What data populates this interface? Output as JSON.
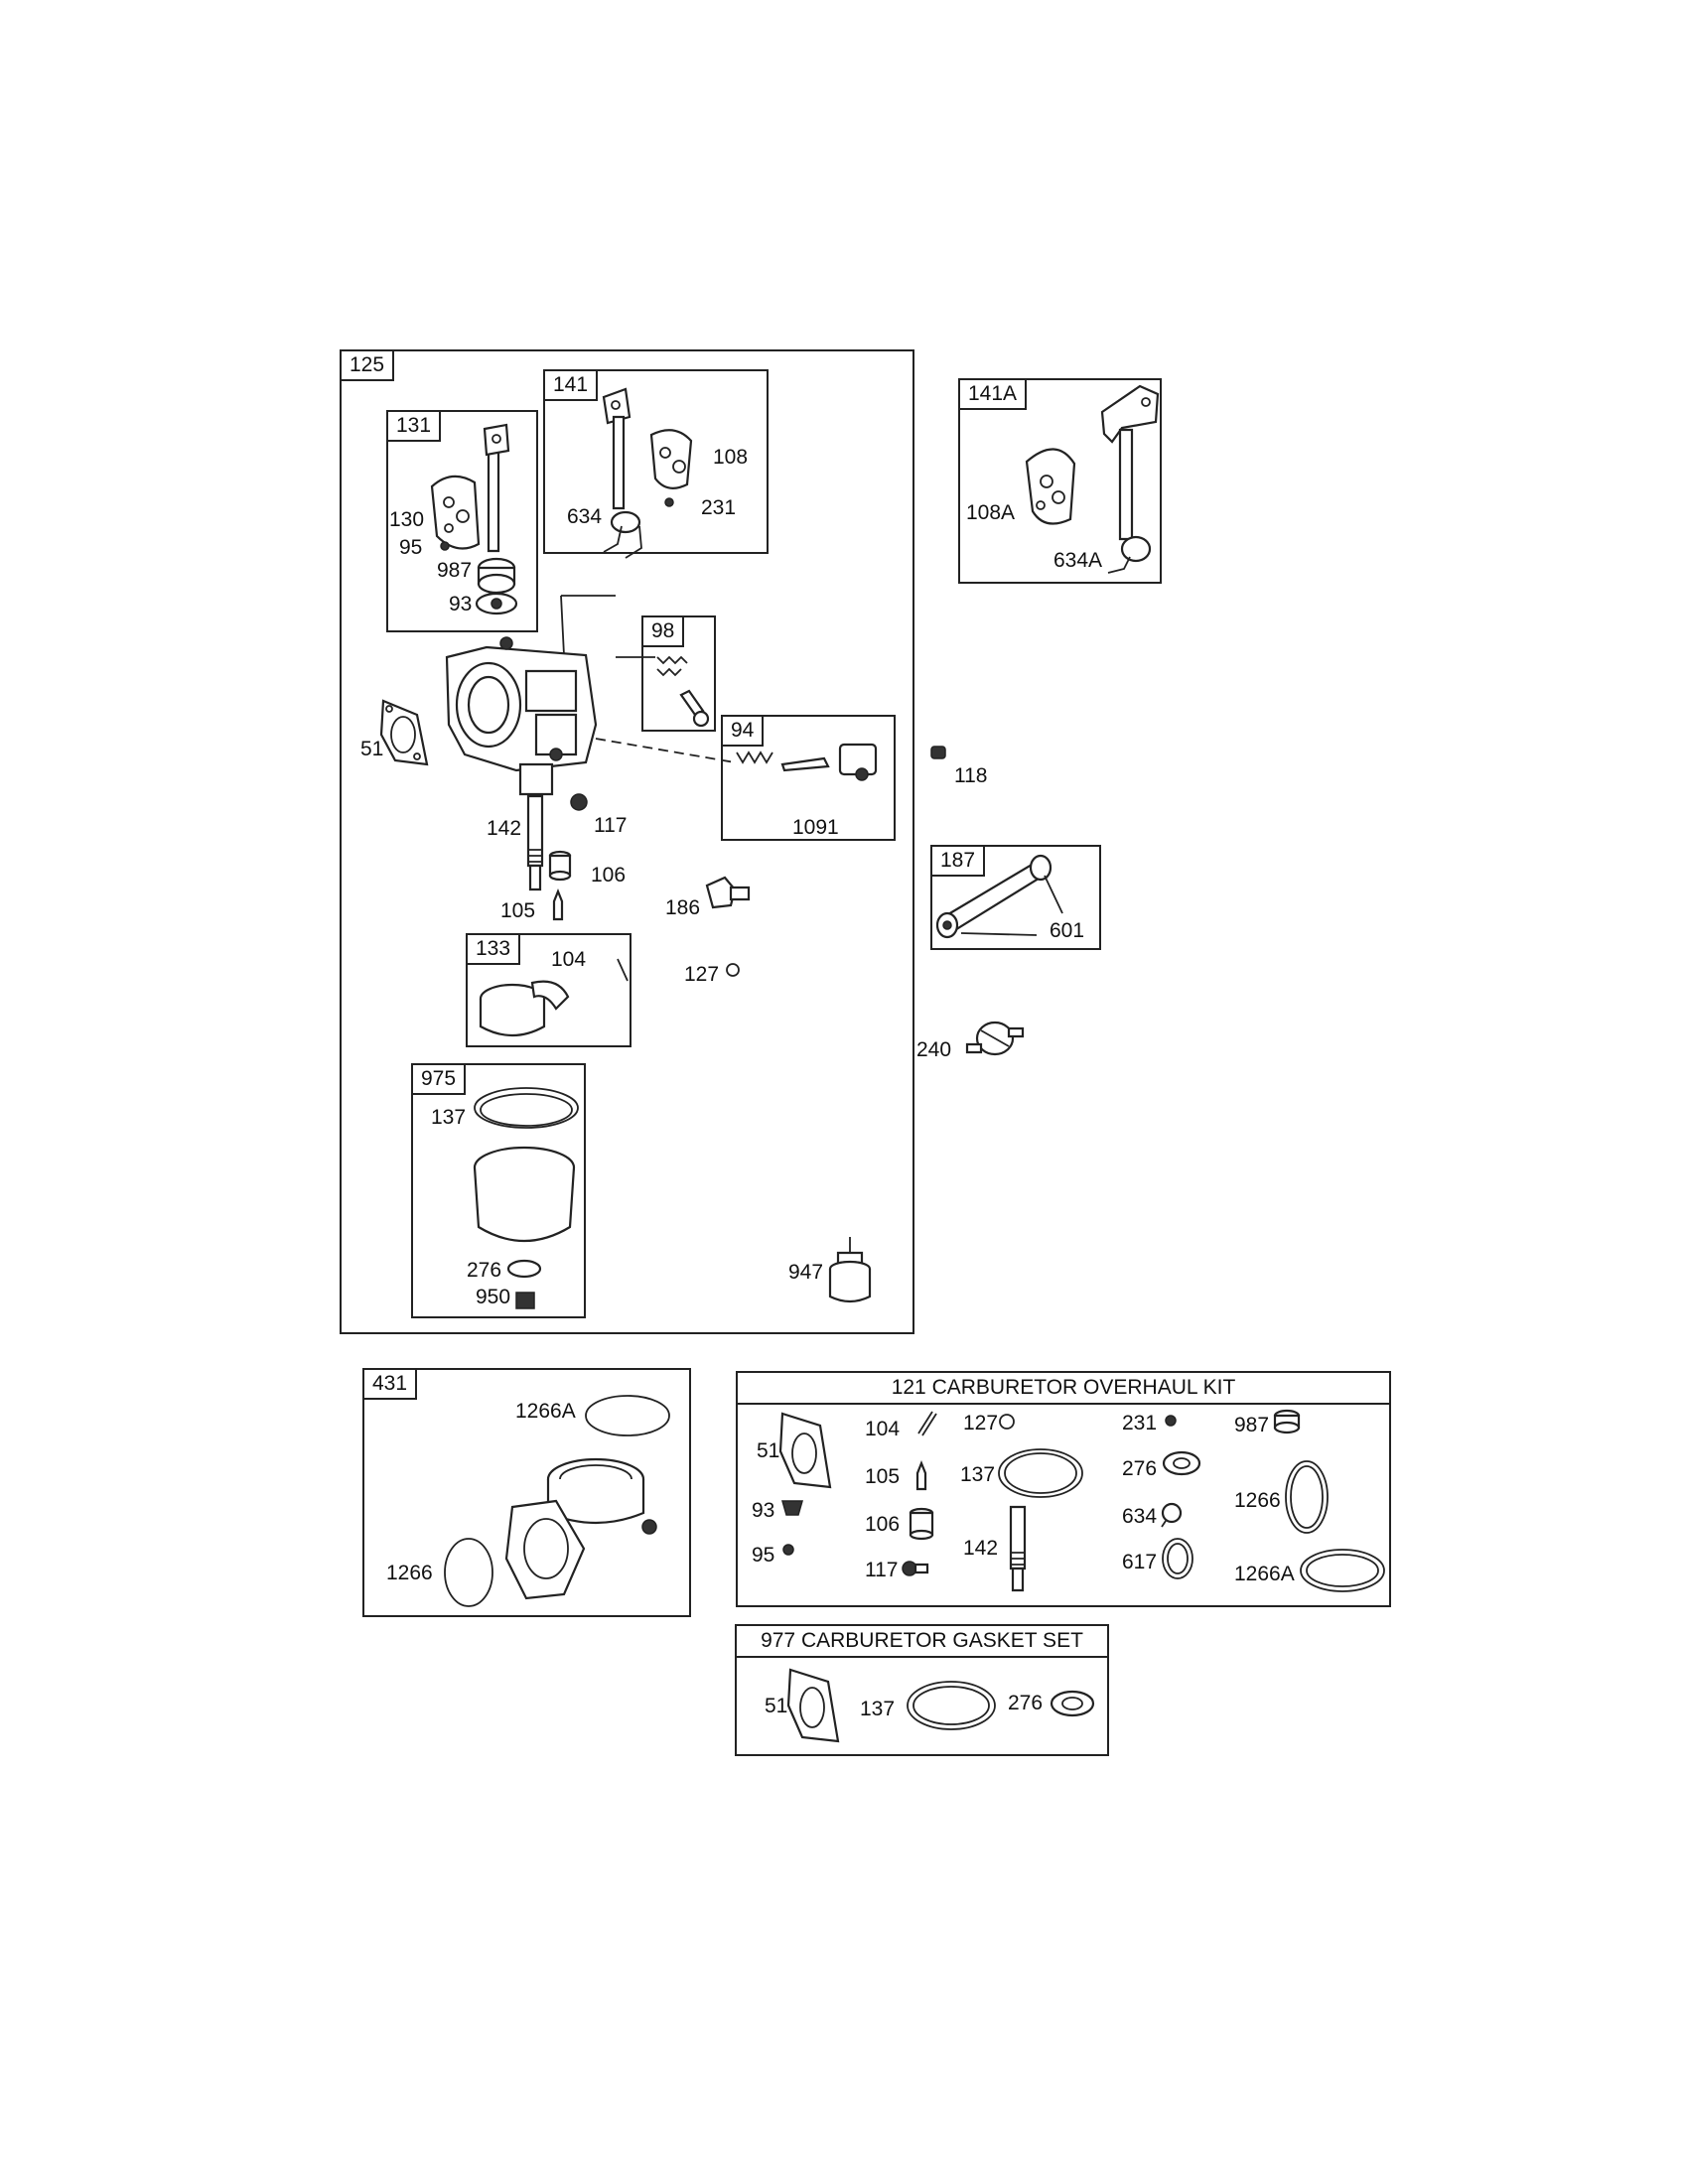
{
  "groups": {
    "g125": "125",
    "g131": "131",
    "g141": "141",
    "g141a": "141A",
    "g98": "98",
    "g94": "94",
    "g187": "187",
    "g133": "133",
    "g975": "975",
    "g431": "431"
  },
  "parts": {
    "p130": "130",
    "p95": "95",
    "p987": "987",
    "p93": "93",
    "p108": "108",
    "p634": "634",
    "p231": "231",
    "p108a": "108A",
    "p634a": "634A",
    "p51": "51",
    "p118": "118",
    "p117": "117",
    "p142": "142",
    "p1091": "1091",
    "p106": "106",
    "p105": "105",
    "p186": "186",
    "p601": "601",
    "p104": "104",
    "p127": "127",
    "p240": "240",
    "p137": "137",
    "p276": "276",
    "p950": "950",
    "p947": "947",
    "p1266a": "1266A",
    "p1266": "1266"
  },
  "kit121": {
    "title": "121 CARBURETOR OVERHAUL KIT",
    "items": {
      "i51": "51",
      "i104": "104",
      "i127": "127",
      "i231": "231",
      "i987": "987",
      "i105": "105",
      "i137": "137",
      "i276": "276",
      "i93": "93",
      "i106": "106",
      "i634": "634",
      "i1266": "1266",
      "i95": "95",
      "i117": "117",
      "i142": "142",
      "i617": "617",
      "i1266a": "1266A"
    }
  },
  "kit977": {
    "title": "977 CARBURETOR GASKET SET",
    "items": {
      "i51": "51",
      "i137": "137",
      "i276": "276"
    }
  }
}
